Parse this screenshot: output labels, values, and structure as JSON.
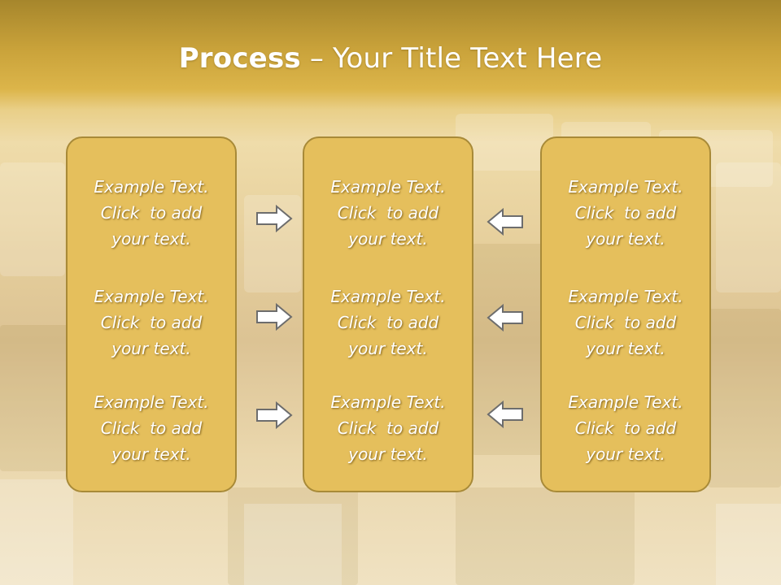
{
  "slide": {
    "title_bold": "Process",
    "title_rest": " – Your Title Text Here"
  },
  "columns": [
    {
      "blocks": [
        {
          "line1": "Example Text.",
          "line2": "Click  to add",
          "line3": "your text."
        },
        {
          "line1": "Example Text.",
          "line2": "Click  to add",
          "line3": "your text."
        },
        {
          "line1": "Example Text.",
          "line2": "Click  to add",
          "line3": "your text."
        }
      ]
    },
    {
      "blocks": [
        {
          "line1": "Example Text.",
          "line2": "Click  to add",
          "line3": "your text."
        },
        {
          "line1": "Example Text.",
          "line2": "Click  to add",
          "line3": "your text."
        },
        {
          "line1": "Example Text.",
          "line2": "Click  to add",
          "line3": "your text."
        }
      ]
    },
    {
      "blocks": [
        {
          "line1": "Example Text.",
          "line2": "Click  to add",
          "line3": "your text."
        },
        {
          "line1": "Example Text.",
          "line2": "Click  to add",
          "line3": "your text."
        },
        {
          "line1": "Example Text.",
          "line2": "Click  to add",
          "line3": "your text."
        }
      ]
    }
  ],
  "arrows": {
    "left_group_direction": "right",
    "right_group_direction": "left",
    "icon": "block-arrow-icon"
  },
  "colors": {
    "header_gold": "#c9a23a",
    "box_fill": "#e5bf5c",
    "box_border": "#a88a38",
    "arrow_fill": "#ffffff",
    "arrow_stroke": "#6d6d6d"
  }
}
